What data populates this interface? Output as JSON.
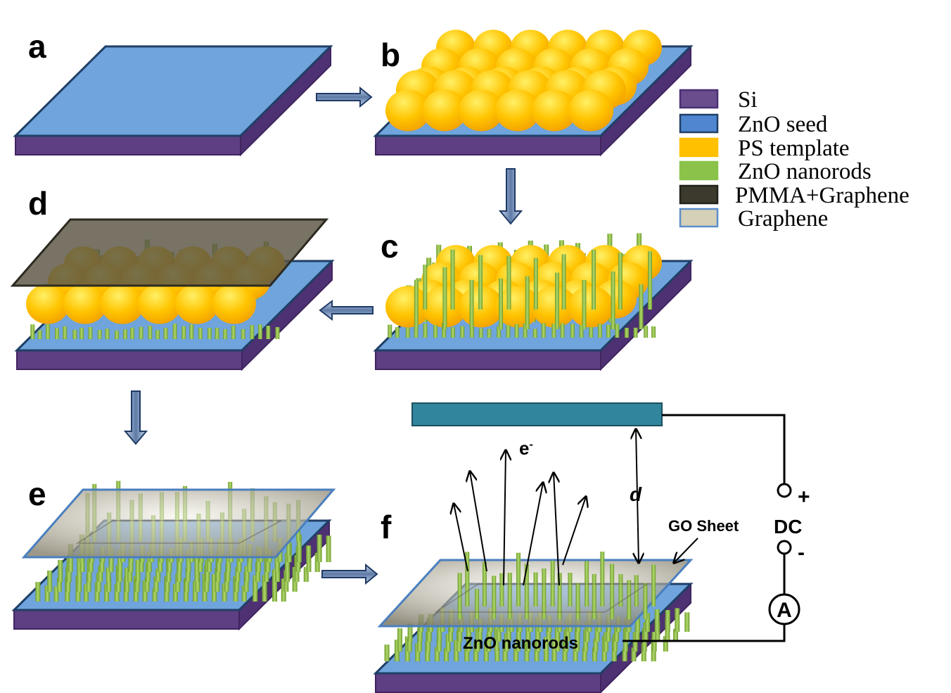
{
  "panels": {
    "a": "a",
    "b": "b",
    "c": "c",
    "d": "d",
    "e": "e",
    "f": "f"
  },
  "legend": [
    {
      "label": "Si",
      "color": "#6a4d8c",
      "border": "#4a2f75"
    },
    {
      "label": "ZnO seed",
      "color": "#4f86cf",
      "border": "#1f3f66"
    },
    {
      "label": "PS template",
      "color": "#ffc000",
      "border": "#ffc000"
    },
    {
      "label": "ZnO nanorods",
      "color": "#8bc34a",
      "border": "#8bc34a"
    },
    {
      "label": "PMMA+Graphene",
      "color": "#3b3a2c",
      "border": "#22221a"
    },
    {
      "label": "Graphene",
      "color": "#d5d0b8",
      "border": "#5b8ec9"
    }
  ],
  "annotations": {
    "electron": "e",
    "electron_sup": "-",
    "distance": "d",
    "go_sheet": "GO Sheet",
    "dc": "DC",
    "plus": "+",
    "minus": "-",
    "ammeter": "A",
    "nanorods": "ZnO nanorods"
  },
  "colors": {
    "si": "#5e3f83",
    "seed": "#6fa4dc",
    "sphere": "#ffc000",
    "rod": "#8cc152",
    "pmma": "#5a5443",
    "graphene": "#b9b39d",
    "anode": "#31859c",
    "arrow": "#3e5a86"
  }
}
